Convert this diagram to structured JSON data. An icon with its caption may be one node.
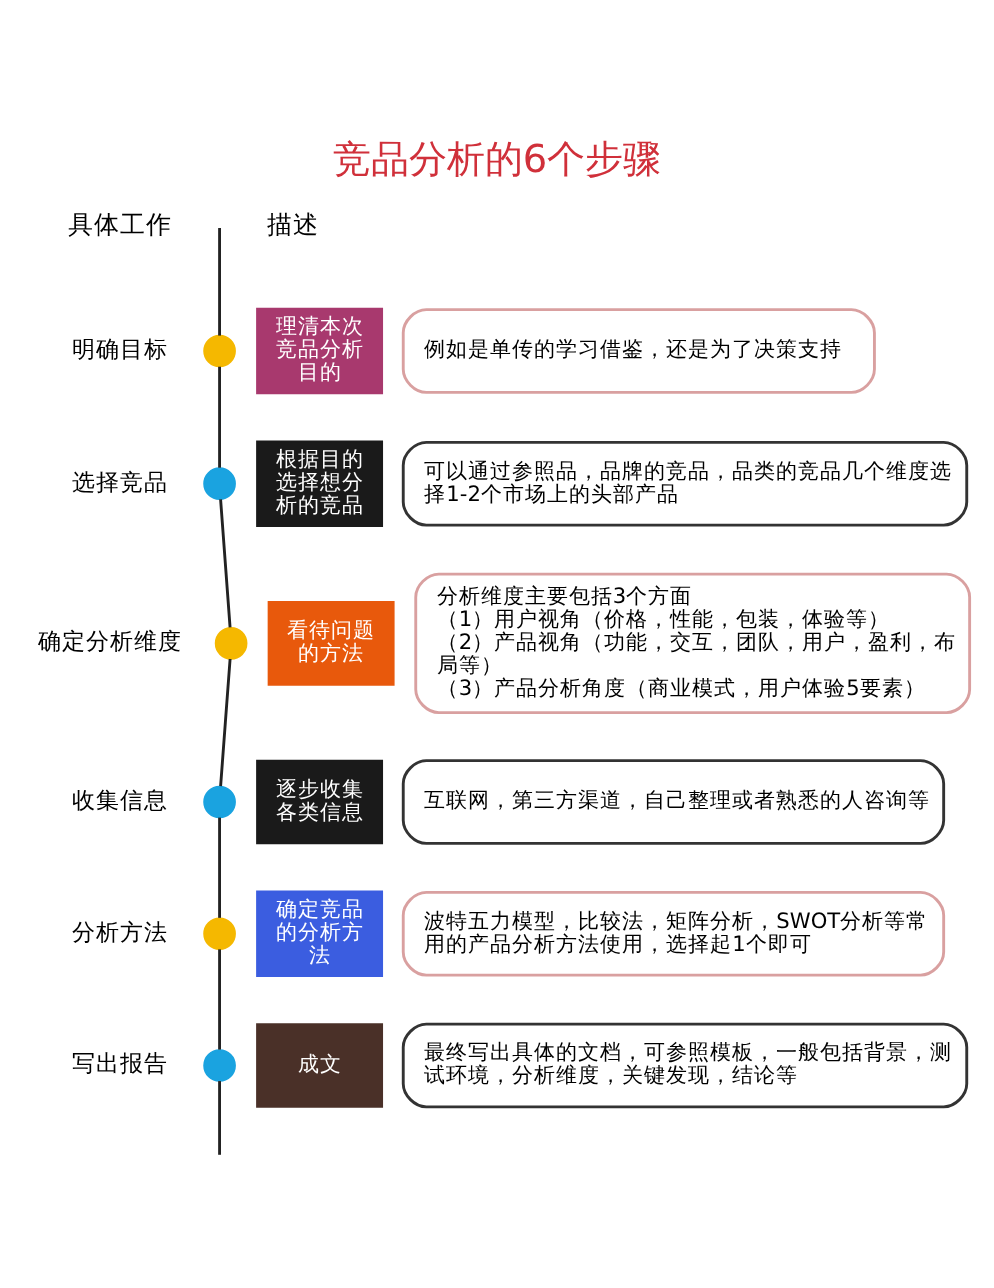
{
  "diagram": {
    "title": "竞品分析的6个步骤",
    "nodes": [
      {
        "text": [],
        "shape": "circle",
        "beside": [
          "明确目标"
        ]
      },
      {
        "text": [
          "理清本次竞品分析目的"
        ]
      },
      {
        "text": [
          "例如是单传的学习借鉴，还是为了决策支持"
        ]
      },
      {
        "text": [],
        "shape": "circle",
        "beside": [
          "选择竞品"
        ]
      },
      {
        "text": [
          "根据目的选择想分析的竞品"
        ]
      },
      {
        "text": [
          "可以通过参照品，品牌的竞品，品类的竞品几个维度选择1-2个市场上的头部产品"
        ]
      },
      {
        "text": [],
        "shape": "circle",
        "beside": [
          "确定分析维度"
        ]
      },
      {
        "text": [
          "看待问题的方法"
        ]
      },
      {
        "text": [
          "分析维度主要包括3个方面",
          "（1）用户视角（价格，性能，包装，体验等）",
          "（2）产品视角（功能，交互，团队，用户，盈利，布局等）",
          "（3）产品分析角度（商业模式，用户体验5要素）"
        ]
      },
      {
        "text": [],
        "shape": "circle",
        "beside": [
          "收集信息"
        ]
      },
      {
        "text": [
          "逐步收集各类信息"
        ]
      },
      {
        "text": [
          "互联网，第三方渠道，自己整理或者熟悉的人咨询等"
        ]
      },
      {
        "text": [],
        "shape": "circle",
        "beside": [
          "分析方法"
        ]
      },
      {
        "text": [
          "确定竞品的分析方法"
        ]
      },
      {
        "text": [
          "波特五力模型，比较法，矩阵分析，SWOT分析等常用的产品分析方法使用，选择起1个即可"
        ]
      },
      {
        "text": [],
        "shape": "circle",
        "beside": [
          "写出报告"
        ]
      },
      {
        "text": [
          "成文"
        ]
      },
      {
        "text": [
          "最终写出具体的文档，可参照模板，一般包括背景，测试环境，分析维度，关键发现，结论等"
        ]
      }
    ],
    "edges": [
      {
        "from": null,
        "to": 0,
        "arrow": "none"
      },
      {
        "from": 0,
        "to": 3,
        "arrow": "none"
      },
      {
        "from": 3,
        "to": 6,
        "arrow": "none"
      },
      {
        "from": 6,
        "to": 9,
        "arrow": "none"
      },
      {
        "from": 9,
        "to": 12,
        "arrow": "none"
      },
      {
        "from": 12,
        "to": 15,
        "arrow": "none"
      },
      {
        "from": 15,
        "to": null,
        "arrow": "none"
      }
    ],
    "labels": [
      "具体工作",
      "描述"
    ]
  }
}
